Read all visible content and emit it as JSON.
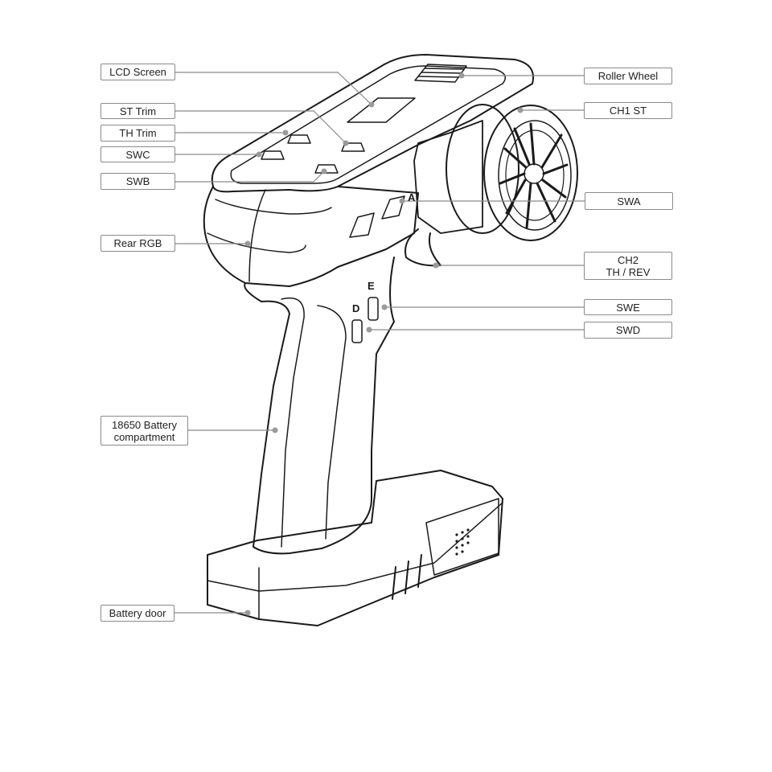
{
  "title": "RC transmitter parts diagram",
  "colors": {
    "line": "#1a1a1a",
    "leader": "#8a8a8a",
    "dot": "#9a9a9a"
  },
  "left_labels": {
    "lcd_screen": "LCD Screen",
    "st_trim": "ST Trim",
    "th_trim": "TH Trim",
    "swc": "SWC",
    "swb": "SWB",
    "rear_rgb": "Rear RGB",
    "battery_compartment_line1": "18650 Battery",
    "battery_compartment_line2": "compartment",
    "battery_door": "Battery door"
  },
  "right_labels": {
    "roller_wheel": "Roller Wheel",
    "ch1_st": "CH1 ST",
    "swa": "SWA",
    "ch2_line1": "CH2",
    "ch2_line2": "TH / REV",
    "swe": "SWE",
    "swd": "SWD"
  },
  "device_markings": {
    "a": "A",
    "d": "D",
    "e": "E"
  }
}
